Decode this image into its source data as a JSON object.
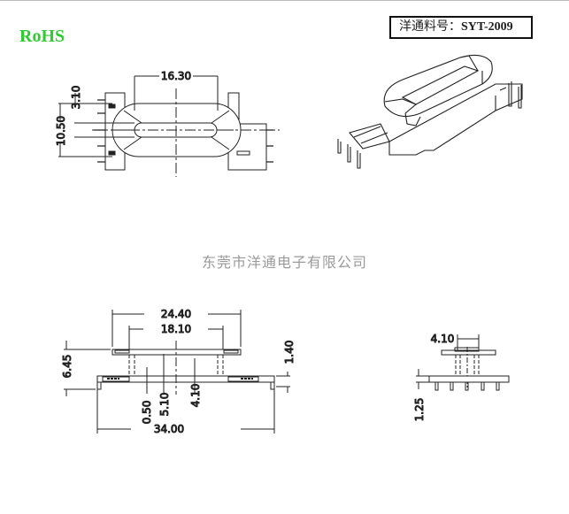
{
  "header": {
    "rohs": "RoHS",
    "part_label": "洋通料号：",
    "part_number": "SYT-2009"
  },
  "company": "东莞市洋通电子有限公司",
  "top_view": {
    "dims": {
      "length": "16.30",
      "inner": "3.10",
      "width": "10.50"
    }
  },
  "front_view": {
    "dims": {
      "top_width": "24.40",
      "inner_width": "18.10",
      "height": "6.45",
      "flange": "1.40",
      "base": "0.50",
      "slot": "5.10",
      "core": "4.10",
      "overall": "34.00"
    }
  },
  "side_view": {
    "dims": {
      "core": "4.10",
      "pin": "1.25"
    }
  }
}
